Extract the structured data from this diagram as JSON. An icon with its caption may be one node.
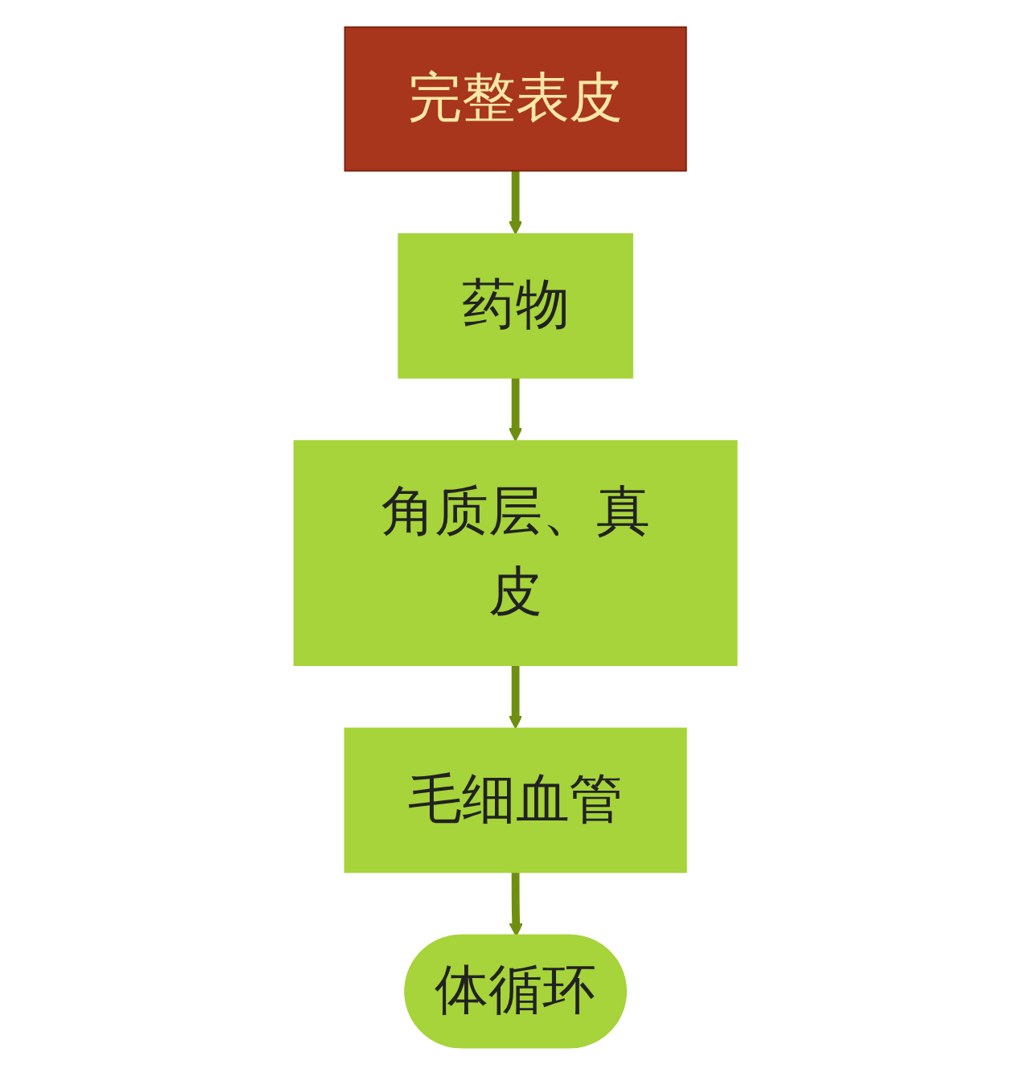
{
  "diagram": {
    "nodes": [
      {
        "text": [
          "完整表皮"
        ]
      },
      {
        "text": [
          "药物"
        ]
      },
      {
        "text": [
          "角质层、真皮"
        ]
      },
      {
        "text": [
          "毛细血管"
        ]
      },
      {
        "text": [
          "体循环"
        ]
      }
    ],
    "edges": [
      {
        "from": 0,
        "to": 1,
        "arrow": "to"
      },
      {
        "from": 1,
        "to": 2,
        "arrow": "to"
      },
      {
        "from": 2,
        "to": 3,
        "arrow": "to"
      },
      {
        "from": 3,
        "to": 4,
        "arrow": "to"
      }
    ]
  }
}
